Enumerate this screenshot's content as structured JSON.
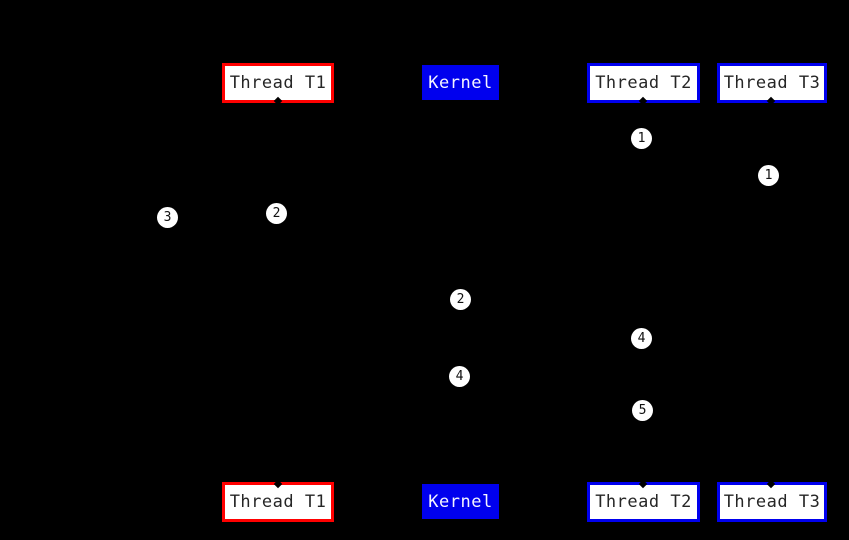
{
  "colors": {
    "background": "#000000",
    "red_border": "#ff0000",
    "blue": "#0000ee",
    "box_fill": "#ffffff",
    "box_text": "#262626",
    "kernel_text": "#f5f5ff",
    "badge_fill": "#ffffff",
    "badge_text": "#111111"
  },
  "participants": [
    {
      "id": "thread-t1",
      "label": "Thread T1",
      "style": "white box, thick red border"
    },
    {
      "id": "kernel",
      "label": "Kernel",
      "style": "solid blue box, white text"
    },
    {
      "id": "thread-t2",
      "label": "Thread T2",
      "style": "white box, thick blue border"
    },
    {
      "id": "thread-t3",
      "label": "Thread T3",
      "style": "white box, thick blue border"
    }
  ],
  "step_badges": [
    {
      "label": "1",
      "near": "thread-t2 lifeline"
    },
    {
      "label": "1",
      "near": "thread-t3 lifeline"
    },
    {
      "label": "2",
      "near": "thread-t1 lifeline"
    },
    {
      "label": "3",
      "near": "left of thread-t1"
    },
    {
      "label": "2",
      "near": "kernel lifeline"
    },
    {
      "label": "4",
      "near": "thread-t2 lifeline"
    },
    {
      "label": "4",
      "near": "kernel lifeline"
    },
    {
      "label": "5",
      "near": "thread-t2 lifeline"
    }
  ]
}
